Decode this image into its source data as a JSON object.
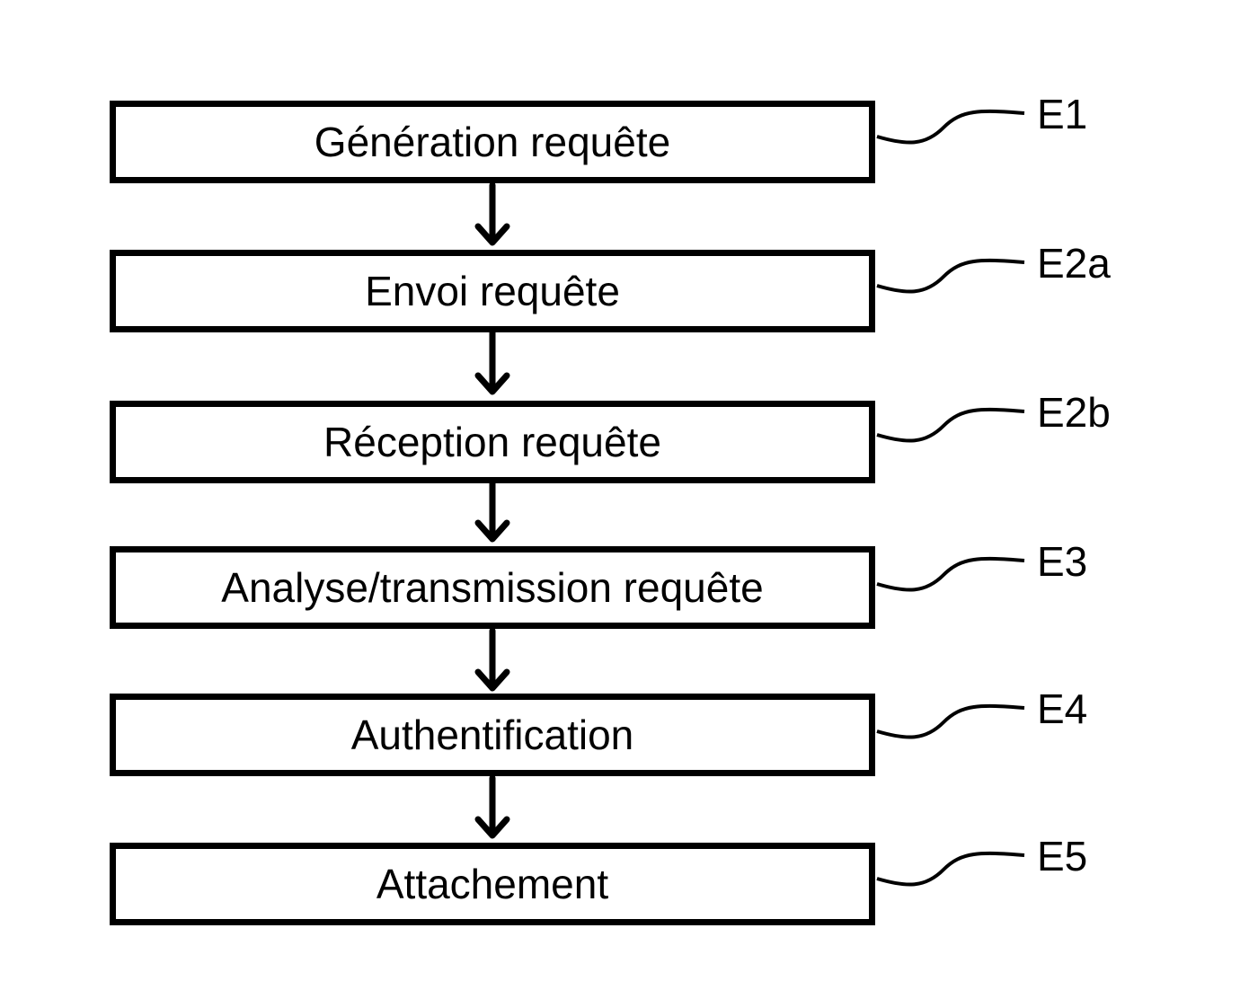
{
  "steps": [
    {
      "label": "Génération requête",
      "ref": "E1"
    },
    {
      "label": "Envoi requête",
      "ref": "E2a"
    },
    {
      "label": "Réception requête",
      "ref": "E2b"
    },
    {
      "label": "Analyse/transmission requête",
      "ref": "E3"
    },
    {
      "label": "Authentification",
      "ref": "E4"
    },
    {
      "label": "Attachement",
      "ref": "E5"
    }
  ],
  "colors": {
    "stroke": "#000000",
    "background": "#ffffff"
  }
}
